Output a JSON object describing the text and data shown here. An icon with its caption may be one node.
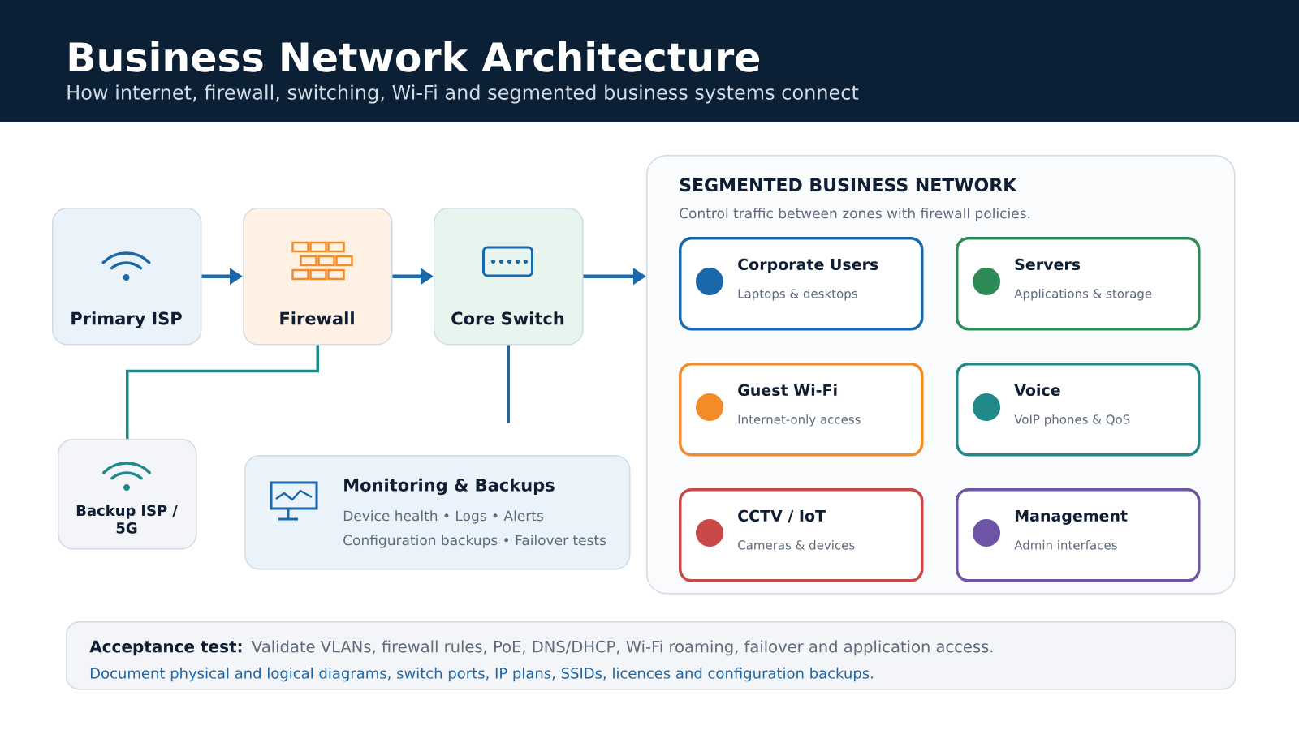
{
  "diagram": {
    "title": "Business Network Architecture",
    "nodes": [
      {
        "text": [
          "Primary ISP"
        ]
      },
      {
        "text": [
          "Firewall"
        ]
      },
      {
        "text": [
          "Core Switch"
        ]
      },
      {
        "text": [
          "SEGMENTED BUSINESS NETWORK",
          "Control traffic between zones with firewall policies."
        ]
      },
      {
        "text": [
          "Corporate Users",
          "Laptops & desktops"
        ],
        "in": 3
      },
      {
        "text": [
          "Servers",
          "Applications & storage"
        ],
        "in": 3
      },
      {
        "text": [
          "Guest Wi-Fi",
          "Internet-only access"
        ],
        "in": 3
      },
      {
        "text": [
          "Voice",
          "VoIP phones & QoS"
        ],
        "in": 3
      },
      {
        "text": [
          "CCTV / IoT",
          "Cameras & devices"
        ],
        "in": 3
      },
      {
        "text": [
          "Management",
          "Admin interfaces"
        ],
        "in": 3
      },
      {
        "text": [
          "Backup ISP / 5G"
        ]
      },
      {
        "text": [
          "Monitoring & Backups",
          "Device health • Logs • Alerts",
          "Configuration backups • Failover tests"
        ]
      },
      {
        "text": [
          "Acceptance test:",
          "Validate VLANs, firewall rules, PoE, DNS/DHCP, Wi-Fi roaming, failover and application access.",
          "Document physical and logical diagrams, switch ports, IP plans, SSIDs, licences and configuration backups."
        ]
      }
    ],
    "edges": [
      {
        "from": 0,
        "to": 1,
        "arrow": "to"
      },
      {
        "from": 1,
        "to": 2,
        "arrow": "to"
      },
      {
        "from": 2,
        "to": 3,
        "arrow": "to"
      },
      {
        "from": 1,
        "to": 10,
        "arrow": "none",
        "color": "#1f8a85"
      },
      {
        "from": 2,
        "to": null,
        "arrow": "none"
      }
    ],
    "labels": [
      "How internet, firewall, switching, Wi-Fi and segmented business systems connect"
    ]
  }
}
